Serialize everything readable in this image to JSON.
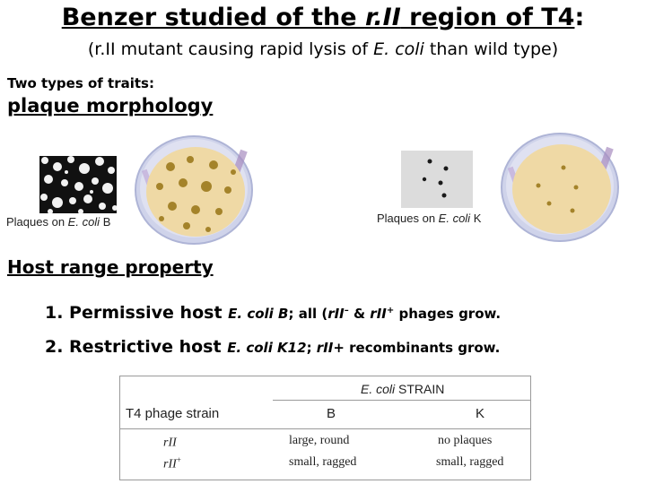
{
  "title": {
    "pre": "Benzer studied of the ",
    "em": "r.II",
    "mid": " region of T4",
    "post": ":"
  },
  "subtitle": {
    "pre": "(r.II mutant causing rapid lysis of ",
    "em": "E. coli",
    "post": " than wild type)"
  },
  "traits_label": "Two types of traits:",
  "plaque_heading": "plaque morphology",
  "captions": {
    "b": {
      "pre": "Plaques on ",
      "em": "E. coli",
      "post": " B"
    },
    "k": {
      "pre": "Plaques on ",
      "em": "E. coli",
      "post": " K"
    }
  },
  "host_heading": "Host range property",
  "items": [
    {
      "label": "1. Permissive host",
      "host": "E. coli B",
      "s1": "; all (",
      "g1": "rII",
      "sup1": "–",
      "amp": " & ",
      "g2": "rII",
      "sup2": "+",
      "tail": " phages grow."
    },
    {
      "label": "2. Restrictive host",
      "host": "E. coli K12",
      "s1": "; ",
      "g1": "rII+",
      "tail": " recombinants grow."
    }
  ],
  "table": {
    "strain_header": {
      "em": "E. coli",
      "post": " STRAIN"
    },
    "row_header": "T4 phage strain",
    "col_b": "B",
    "col_k": "K",
    "rows": [
      {
        "strain": "rII",
        "sup": "",
        "b": "large, round",
        "k": "no plaques"
      },
      {
        "strain": "rII",
        "sup": "+",
        "b": "small, ragged",
        "k": "small, ragged"
      }
    ]
  },
  "colors": {
    "agar": "#efd9a5",
    "rim": "#b9c0e0",
    "plaque": "#a4832a",
    "lens": "#dcdcdc"
  }
}
